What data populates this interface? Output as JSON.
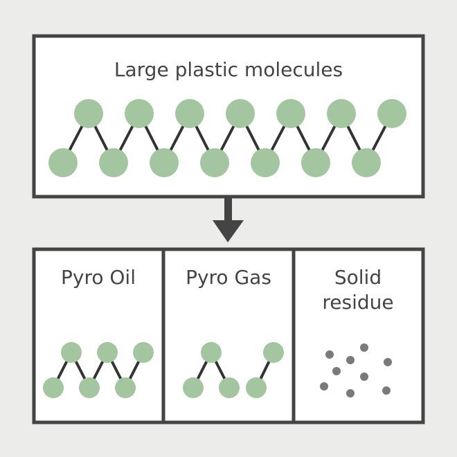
{
  "top_box": {
    "title": "Large plastic molecules"
  },
  "products": [
    {
      "label": "Pyro Oil"
    },
    {
      "label": "Pyro Gas"
    },
    {
      "label_line1": "Solid",
      "label_line2": "residue"
    }
  ],
  "colors": {
    "border": "#444444",
    "atom": "#a3c6a0",
    "bond": "#333333",
    "residue": "#7a7a7a",
    "background": "#ececeb"
  }
}
